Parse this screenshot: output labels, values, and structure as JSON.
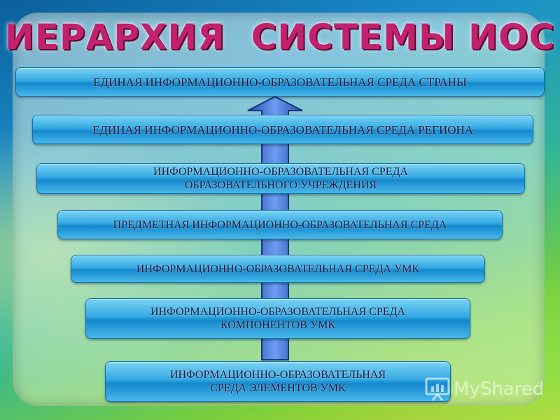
{
  "title": "ИЕРАРХИЯ  СИСТЕМЫ ИОС",
  "levels": [
    "ЕДИНАЯ ИНФОРМАЦИОННО-ОБРАЗОВАТЕЛЬНАЯ СРЕДА СТРАНЫ",
    "ЕДИНАЯ ИНФОРМАЦИОННО-ОБРАЗОВАТЕЛЬНАЯ  СРЕДА РЕГИОНА",
    "ИНФОРМАЦИОННО-ОБРАЗОВАТЕЛЬНАЯ  СРЕДА\nОБРАЗОВАТЕЛЬНОГО УЧРЕЖДЕНИЯ",
    "ПРЕДМЕТНАЯ ИНФОРМАЦИОННО-ОБРАЗОВАТЕЛЬНАЯ  СРЕДА",
    "ИНФОРМАЦИОННО-ОБРАЗОВАТЕЛЬНАЯ  СРЕДА УМК",
    "ИНФОРМАЦИОННО-ОБРАЗОВАТЕЛЬНАЯ  СРЕДА\nКОМПОНЕНТОВ УМК",
    "ИНФОРМАЦИОННО-ОБРАЗОВАТЕЛЬНАЯ\nСРЕДА ЭЛЕМЕНТОВ УМК"
  ],
  "watermark": "MyShared",
  "icons": {
    "watermark": "presentation-board-icon",
    "arrow": "up-arrow-icon"
  },
  "colors": {
    "title": "#c2216e",
    "bar": "#1488cd",
    "arrow": "#3b6fd1"
  }
}
